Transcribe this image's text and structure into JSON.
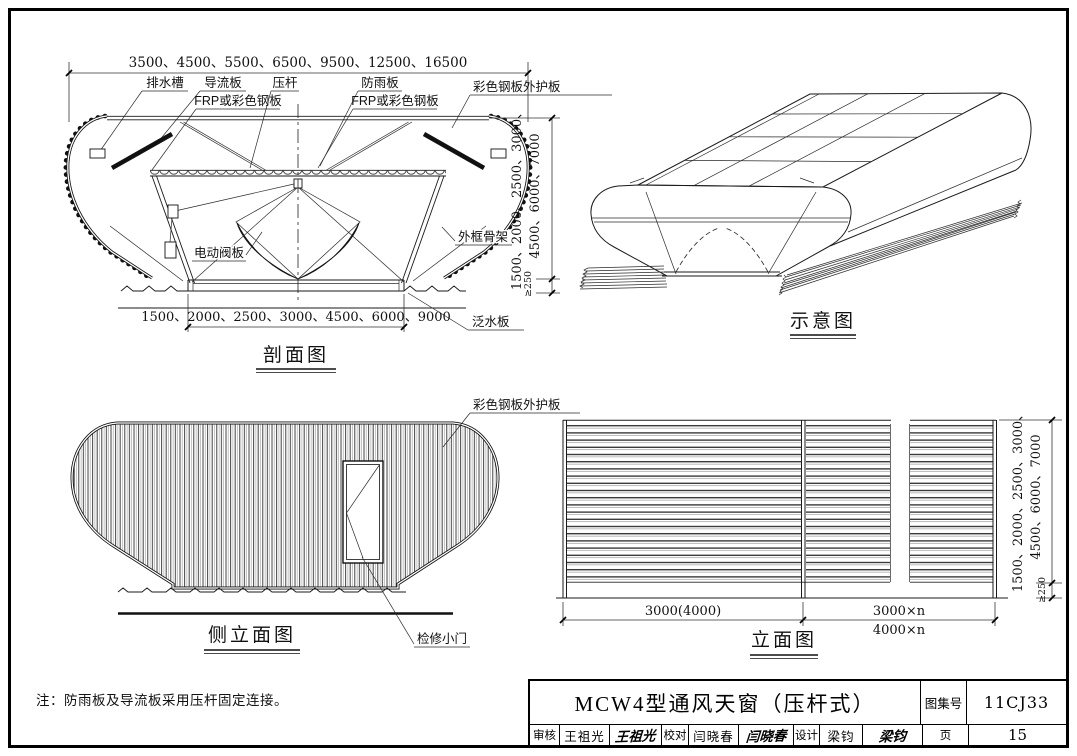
{
  "sheet": {
    "note": "注：防雨板及导流板采用压杆固定连接。"
  },
  "section": {
    "title": "剖面图",
    "dim_top": "3500、4500、5500、6500、9500、12500、16500",
    "dim_bottom": "1500、2000、2500、3000、4500、6000、9000",
    "dim_h1": "1500、2000、2500、3000、",
    "dim_h2": "4500、6000、7000",
    "dim_h_min": "≥250",
    "labels": {
      "drain_channel": "排水槽",
      "deflector_plate": "导流板",
      "frp_left": "FRP或彩色钢板",
      "pressure_rod": "压杆",
      "rain_shield": "防雨板",
      "frp_right": "FRP或彩色钢板",
      "outer_panel": "彩色钢板外护板",
      "electric_valve": "电动阀板",
      "outer_frame": "外框骨架",
      "flashing": "泛水板"
    }
  },
  "schematic": {
    "title": "示意图"
  },
  "side": {
    "title": "侧立面图",
    "labels": {
      "outer_panel": "彩色钢板外护板",
      "access_door": "检修小门"
    }
  },
  "front": {
    "title": "立面图",
    "dim_bay1": "3000(4000)",
    "dim_bay_n3000": "3000×n",
    "dim_bay_n4000": "4000×n",
    "dim_h1": "1500、2000、2500、3000、",
    "dim_h2": "4500、6000、7000",
    "dim_h_min": "≥250"
  },
  "title_block": {
    "drawing_title": "MCW4型通风天窗（压杆式）",
    "atlas_label": "图集号",
    "atlas_number": "11CJ33",
    "page_label": "页",
    "page_number": "15",
    "reviewer_label": "审核",
    "reviewer_name": "王祖光",
    "reviewer_signature": "王祖光",
    "checker_label": "校对",
    "checker_name": "闫晓春",
    "checker_signature": "闫晓春",
    "designer_label": "设计",
    "designer_name": "梁钧",
    "designer_signature": "梁钧"
  }
}
